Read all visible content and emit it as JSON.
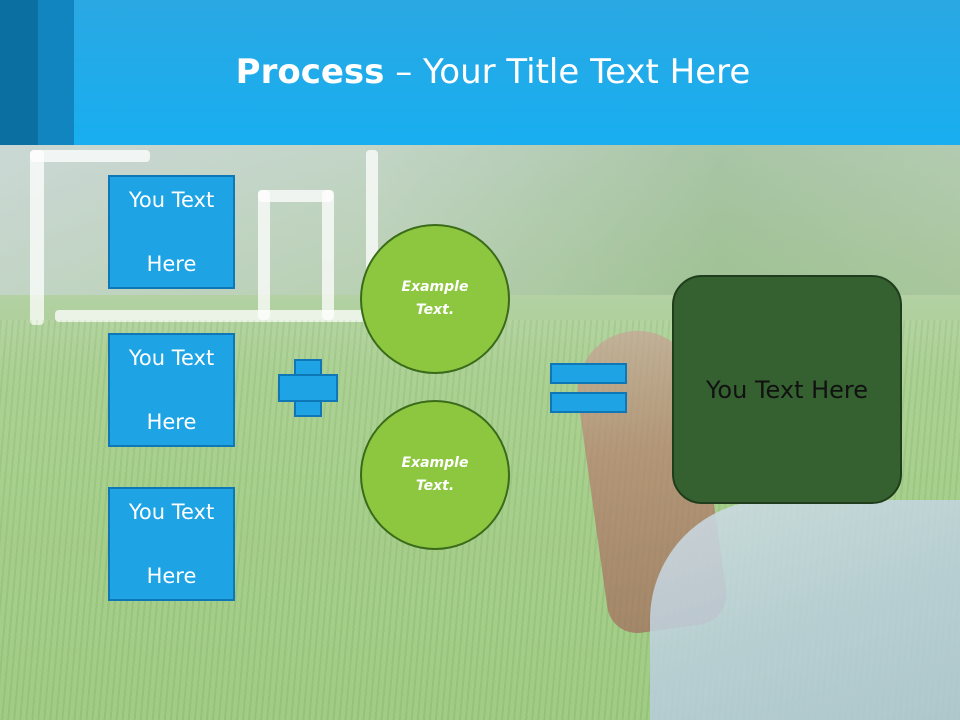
{
  "title": {
    "bold": "Process",
    "dash": " – ",
    "rest": "Your Title Text Here"
  },
  "left_boxes": [
    {
      "line1": "You Text",
      "line2": "Here"
    },
    {
      "line1": "You Text",
      "line2": "Here"
    },
    {
      "line1": "You Text",
      "line2": "Here"
    }
  ],
  "circles": [
    {
      "line1": "Example",
      "line2": "Text."
    },
    {
      "line1": "Example",
      "line2": "Text."
    }
  ],
  "result": {
    "label": "You Text Here"
  },
  "colors": {
    "header": "#18aef0",
    "box_blue": "#1ea4e5",
    "circle_green": "#8dc63f",
    "result_green": "#356131"
  },
  "icons": [
    "plus-sign-icon",
    "equals-sign-icon"
  ]
}
